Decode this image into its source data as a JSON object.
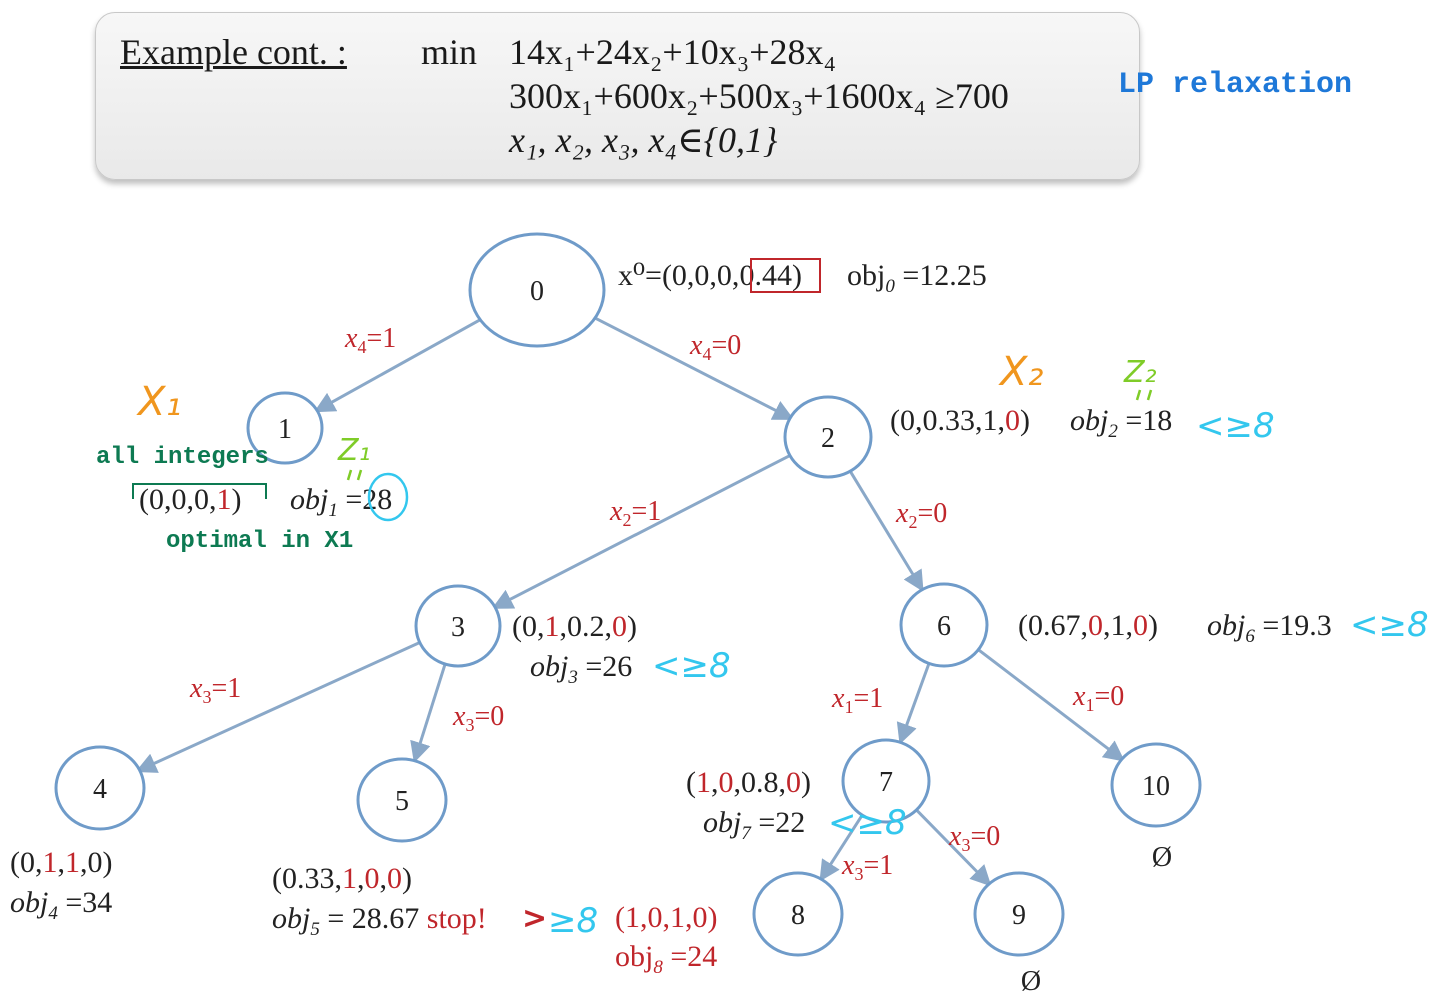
{
  "header": {
    "title": "Example cont. :",
    "objective_prefix": "min",
    "objective": "14x₁+24x₂+10x₃+28x₄",
    "constraint": "300x₁+600x₂+500x₃+1600x₄ ≥700",
    "domain": "x₁, x₂, x₃, x₄∈{0,1}"
  },
  "side_label": "LP relaxation",
  "colors": {
    "node_stroke": "#6f9bc9",
    "edge": "#8aa8c8",
    "red": "#c0262b",
    "green_note": "#0d7a52",
    "orange_hand": "#f0961e",
    "lime_hand": "#7fcc28",
    "cyan_hand": "#33c7ee"
  },
  "nodes": [
    {
      "id": "0",
      "label": "0"
    },
    {
      "id": "1",
      "label": "1"
    },
    {
      "id": "2",
      "label": "2"
    },
    {
      "id": "3",
      "label": "3"
    },
    {
      "id": "4",
      "label": "4"
    },
    {
      "id": "5",
      "label": "5"
    },
    {
      "id": "6",
      "label": "6"
    },
    {
      "id": "7",
      "label": "7"
    },
    {
      "id": "8",
      "label": "8"
    },
    {
      "id": "9",
      "label": "9"
    },
    {
      "id": "10",
      "label": "10"
    }
  ],
  "edges": [
    {
      "from": "0",
      "to": "1",
      "var": "x",
      "sub": "4",
      "val": "=1"
    },
    {
      "from": "0",
      "to": "2",
      "var": "x",
      "sub": "4",
      "val": "=0"
    },
    {
      "from": "2",
      "to": "3",
      "var": "x",
      "sub": "2",
      "val": "=1"
    },
    {
      "from": "2",
      "to": "6",
      "var": "x",
      "sub": "2",
      "val": "=0"
    },
    {
      "from": "3",
      "to": "4",
      "var": "x",
      "sub": "3",
      "val": "=1"
    },
    {
      "from": "3",
      "to": "5",
      "var": "x",
      "sub": "3",
      "val": "=0"
    },
    {
      "from": "6",
      "to": "7",
      "var": "x",
      "sub": "1",
      "val": "=1"
    },
    {
      "from": "6",
      "to": "10",
      "var": "x",
      "sub": "1",
      "val": "=0"
    },
    {
      "from": "7",
      "to": "8",
      "var": "x",
      "sub": "3",
      "val": "=1"
    },
    {
      "from": "7",
      "to": "9",
      "var": "x",
      "sub": "3",
      "val": "=0"
    }
  ],
  "solutions": {
    "n0": {
      "x": "x⁰=(0,0,0,",
      "boxed": "0.44",
      "close": ")",
      "obj": "obj",
      "obj_sub": "0",
      "obj_val": " =12.25"
    },
    "n1": {
      "vec": [
        "(",
        "0",
        ",",
        "0",
        ",",
        "0",
        ",",
        "1",
        ")"
      ],
      "obj": "obj",
      "obj_sub": "1",
      "obj_val": " =28"
    },
    "n2": {
      "vec": [
        "(",
        "0",
        ",",
        "0.33",
        ",",
        "1",
        ",",
        "0",
        ")"
      ],
      "obj": "obj",
      "obj_sub": "2",
      "obj_val": " =18"
    },
    "n3": {
      "vec": [
        "(",
        "0",
        ",",
        "1",
        ",",
        "0.2",
        ",",
        "0",
        ")"
      ],
      "obj": "obj",
      "obj_sub": "3",
      "obj_val": " =26"
    },
    "n4": {
      "vec": [
        "(",
        "0",
        ",",
        "1",
        ",",
        "1",
        ",",
        "0",
        ")"
      ],
      "obj": "obj",
      "obj_sub": "4",
      "obj_val": " =34"
    },
    "n5": {
      "vec": [
        "(",
        "0.33",
        ",",
        "1",
        ",",
        "0",
        ",",
        "0",
        ")"
      ],
      "obj": "obj",
      "obj_sub": "5",
      "obj_val": " = 28.67",
      "stop": "stop!"
    },
    "n6": {
      "vec": [
        "(",
        "0.67",
        ",",
        "0",
        ",",
        "1",
        ",",
        "0",
        ")"
      ],
      "obj": "obj",
      "obj_sub": "6",
      "obj_val": " =19.3"
    },
    "n7": {
      "vec": [
        "(",
        "1",
        ",",
        "0",
        ",",
        "0.8",
        ",",
        "0",
        ")"
      ],
      "obj": "obj",
      "obj_sub": "7",
      "obj_val": " =22"
    },
    "n8": {
      "vec": [
        "(",
        "1",
        ",",
        "0",
        ",",
        "1",
        ",",
        "0",
        ")"
      ],
      "obj": "obj",
      "obj_sub": "8",
      "obj_val": " =24"
    }
  },
  "empty_set": "Ø",
  "notes": {
    "all_integers": "all integers",
    "optimal": "optimal in X1"
  },
  "handwriting": {
    "x1": "X₁",
    "x2": "X₂",
    "z1": "Z₁",
    "z2": "Z₂",
    "lt_z": "<≥8",
    "gt_z": ">",
    "gt_z_rest": "≥8"
  }
}
